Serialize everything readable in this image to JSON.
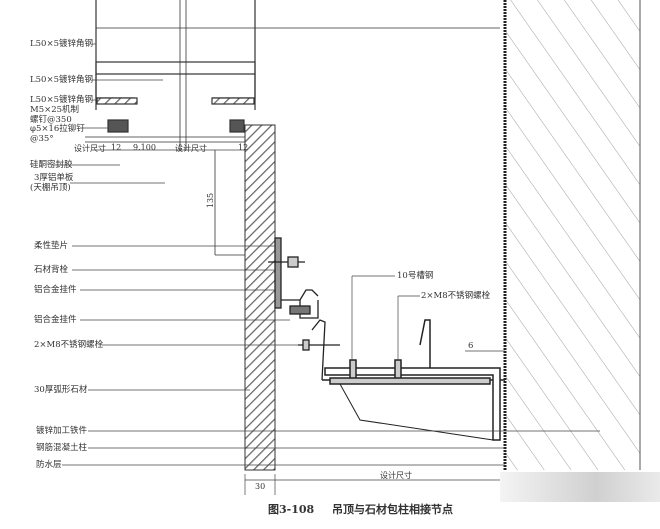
{
  "figure": {
    "number": "图3-108",
    "title": "吊顶与石材包柱相接节点"
  },
  "labels_left": [
    "L50×5镀锌角钢",
    "L50×5镀锌角钢",
    "L50×5镀锌角钢",
    "M5×25机制",
    "螺钉@350",
    "φ5×16拉铆钉",
    "@35°",
    "硅酮密封胶",
    "3厚铝单板",
    "(天棚吊顶)",
    "柔性垫片",
    "石材背栓",
    "铝合金挂件",
    "铝合金挂件",
    "2×M8不锈钢螺栓",
    "30厚弧形石材",
    "镀锌加工铁件",
    "钢筋混凝土柱",
    "防水层"
  ],
  "labels_right": {
    "channel": "10号槽钢",
    "bolts": "2×M8不锈钢螺栓",
    "weld": "6"
  },
  "dimensions": {
    "design_size": "设计尺寸",
    "d12": "12",
    "d9100": "9.100",
    "d135": "135",
    "d30": "30"
  }
}
